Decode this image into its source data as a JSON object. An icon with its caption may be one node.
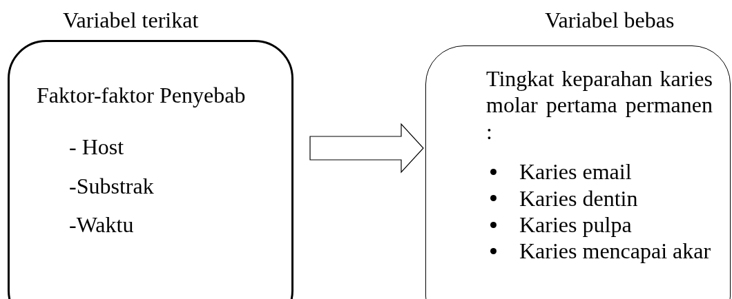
{
  "diagram": {
    "nodes": [
      {
        "text": [
          "Variabel terikat",
          "Faktor-faktor Penyebab",
          "- Host",
          "-Substrak",
          "-Waktu"
        ]
      },
      {
        "text": [
          "Variabel bebas",
          "Tingkat keparahan karies molar pertama permanen :",
          "Karies email",
          "Karies dentin",
          "Karies pulpa",
          "Karies mencapai akar"
        ]
      }
    ],
    "edges": [
      {
        "from": 0,
        "to": 1,
        "arrow": "to"
      }
    ]
  }
}
